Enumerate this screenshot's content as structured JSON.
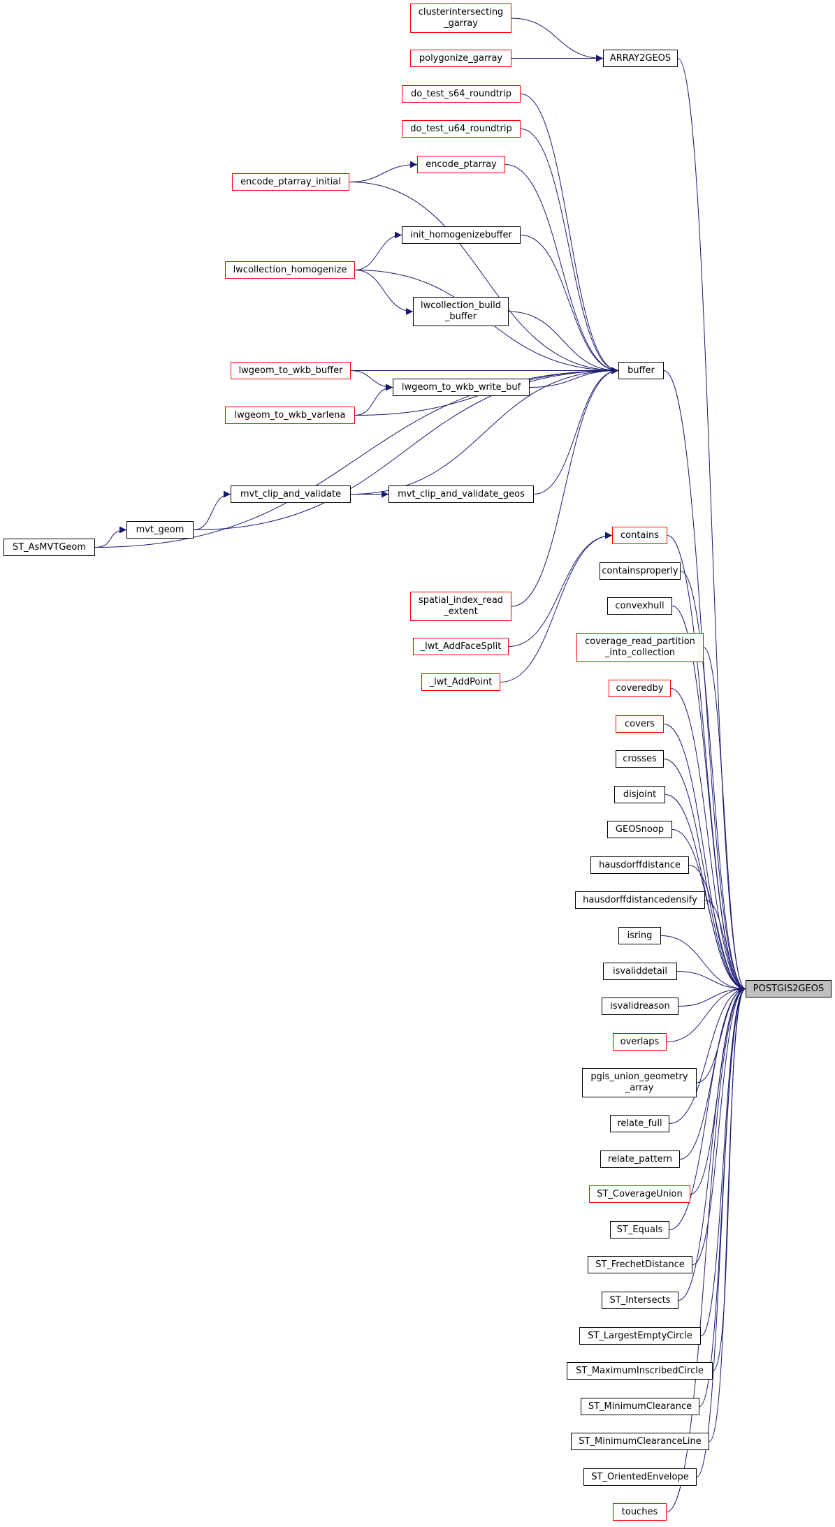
{
  "colors": {
    "edge": "#191970",
    "node_border": "#000000",
    "truncated_border": "#ff0000",
    "root_fill": "#bfbfbf"
  },
  "nodes": [
    {
      "id": "n0",
      "label": "POSTGIS2GEOS",
      "type": "root"
    },
    {
      "id": "n1",
      "label": "ARRAY2GEOS",
      "type": "normal"
    },
    {
      "id": "n2",
      "label": "clusterintersecting\n_garray",
      "type": "truncated"
    },
    {
      "id": "n3",
      "label": "polygonize_garray",
      "type": "truncated"
    },
    {
      "id": "n4",
      "label": "buffer",
      "type": "normal"
    },
    {
      "id": "n5",
      "label": "do_test_s64_roundtrip",
      "type": "truncated"
    },
    {
      "id": "n6",
      "label": "do_test_u64_roundtrip",
      "type": "truncated"
    },
    {
      "id": "n7",
      "label": "encode_ptarray",
      "type": "truncated"
    },
    {
      "id": "n8",
      "label": "encode_ptarray_initial",
      "type": "truncated"
    },
    {
      "id": "n9",
      "label": "init_homogenizebuffer",
      "type": "normal"
    },
    {
      "id": "n10",
      "label": "lwcollection_homogenize",
      "type": "truncated"
    },
    {
      "id": "n11",
      "label": "lwcollection_build\n_buffer",
      "type": "normal"
    },
    {
      "id": "n12",
      "label": "lwgeom_to_wkb_buffer",
      "type": "truncated"
    },
    {
      "id": "n13",
      "label": "lwgeom_to_wkb_write_buf",
      "type": "normal"
    },
    {
      "id": "n14",
      "label": "lwgeom_to_wkb_varlena",
      "type": "truncated"
    },
    {
      "id": "n15",
      "label": "mvt_clip_and_validate",
      "type": "normal"
    },
    {
      "id": "n16",
      "label": "mvt_clip_and_validate_geos",
      "type": "normal"
    },
    {
      "id": "n17",
      "label": "mvt_geom",
      "type": "normal"
    },
    {
      "id": "n18",
      "label": "ST_AsMVTGeom",
      "type": "normal"
    },
    {
      "id": "n19",
      "label": "spatial_index_read\n_extent",
      "type": "truncated"
    },
    {
      "id": "n20",
      "label": "_lwt_AddFaceSplit",
      "type": "truncated"
    },
    {
      "id": "n21",
      "label": "_lwt_AddPoint",
      "type": "truncated"
    },
    {
      "id": "n22",
      "label": "contains",
      "type": "truncated"
    },
    {
      "id": "n23",
      "label": "containsproperly",
      "type": "normal"
    },
    {
      "id": "n24",
      "label": "convexhull",
      "type": "normal"
    },
    {
      "id": "n25",
      "label": "coverage_read_partition\n_into_collection",
      "type": "truncated"
    },
    {
      "id": "n26",
      "label": "coveredby",
      "type": "truncated"
    },
    {
      "id": "n27",
      "label": "covers",
      "type": "truncated"
    },
    {
      "id": "n28",
      "label": "crosses",
      "type": "normal"
    },
    {
      "id": "n29",
      "label": "disjoint",
      "type": "normal"
    },
    {
      "id": "n30",
      "label": "GEOSnoop",
      "type": "normal"
    },
    {
      "id": "n31",
      "label": "hausdorffdistance",
      "type": "normal"
    },
    {
      "id": "n32",
      "label": "hausdorffdistancedensify",
      "type": "normal"
    },
    {
      "id": "n33",
      "label": "isring",
      "type": "normal"
    },
    {
      "id": "n34",
      "label": "isvaliddetail",
      "type": "normal"
    },
    {
      "id": "n35",
      "label": "isvalidreason",
      "type": "normal"
    },
    {
      "id": "n36",
      "label": "overlaps",
      "type": "truncated"
    },
    {
      "id": "n37",
      "label": "pgis_union_geometry\n_array",
      "type": "normal"
    },
    {
      "id": "n38",
      "label": "relate_full",
      "type": "normal"
    },
    {
      "id": "n39",
      "label": "relate_pattern",
      "type": "normal"
    },
    {
      "id": "n40",
      "label": "ST_CoverageUnion",
      "type": "truncated"
    },
    {
      "id": "n41",
      "label": "ST_Equals",
      "type": "normal"
    },
    {
      "id": "n42",
      "label": "ST_FrechetDistance",
      "type": "normal"
    },
    {
      "id": "n43",
      "label": "ST_Intersects",
      "type": "normal"
    },
    {
      "id": "n44",
      "label": "ST_LargestEmptyCircle",
      "type": "normal"
    },
    {
      "id": "n45",
      "label": "ST_MaximumInscribedCircle",
      "type": "normal"
    },
    {
      "id": "n46",
      "label": "ST_MinimumClearance",
      "type": "normal"
    },
    {
      "id": "n47",
      "label": "ST_MinimumClearanceLine",
      "type": "normal"
    },
    {
      "id": "n48",
      "label": "ST_OrientedEnvelope",
      "type": "normal"
    },
    {
      "id": "n49",
      "label": "touches",
      "type": "truncated"
    }
  ],
  "edges": [
    [
      "n1",
      "n0"
    ],
    [
      "n2",
      "n1"
    ],
    [
      "n3",
      "n1"
    ],
    [
      "n4",
      "n0"
    ],
    [
      "n5",
      "n4"
    ],
    [
      "n6",
      "n4"
    ],
    [
      "n7",
      "n4"
    ],
    [
      "n8",
      "n7"
    ],
    [
      "n8",
      "n4"
    ],
    [
      "n9",
      "n4"
    ],
    [
      "n10",
      "n9"
    ],
    [
      "n10",
      "n4"
    ],
    [
      "n10",
      "n11"
    ],
    [
      "n11",
      "n4"
    ],
    [
      "n12",
      "n4"
    ],
    [
      "n12",
      "n13"
    ],
    [
      "n13",
      "n4"
    ],
    [
      "n14",
      "n13"
    ],
    [
      "n14",
      "n4"
    ],
    [
      "n15",
      "n4"
    ],
    [
      "n15",
      "n16"
    ],
    [
      "n16",
      "n4"
    ],
    [
      "n17",
      "n15"
    ],
    [
      "n17",
      "n4"
    ],
    [
      "n18",
      "n17"
    ],
    [
      "n18",
      "n4"
    ],
    [
      "n19",
      "n4"
    ],
    [
      "n20",
      "n22"
    ],
    [
      "n21",
      "n22"
    ],
    [
      "n22",
      "n0"
    ],
    [
      "n23",
      "n0"
    ],
    [
      "n24",
      "n0"
    ],
    [
      "n25",
      "n0"
    ],
    [
      "n26",
      "n0"
    ],
    [
      "n27",
      "n0"
    ],
    [
      "n28",
      "n0"
    ],
    [
      "n29",
      "n0"
    ],
    [
      "n30",
      "n0"
    ],
    [
      "n31",
      "n0"
    ],
    [
      "n32",
      "n0"
    ],
    [
      "n33",
      "n0"
    ],
    [
      "n34",
      "n0"
    ],
    [
      "n35",
      "n0"
    ],
    [
      "n36",
      "n0"
    ],
    [
      "n37",
      "n0"
    ],
    [
      "n38",
      "n0"
    ],
    [
      "n39",
      "n0"
    ],
    [
      "n40",
      "n0"
    ],
    [
      "n41",
      "n0"
    ],
    [
      "n42",
      "n0"
    ],
    [
      "n43",
      "n0"
    ],
    [
      "n44",
      "n0"
    ],
    [
      "n45",
      "n0"
    ],
    [
      "n46",
      "n0"
    ],
    [
      "n47",
      "n0"
    ],
    [
      "n48",
      "n0"
    ],
    [
      "n49",
      "n0"
    ]
  ]
}
